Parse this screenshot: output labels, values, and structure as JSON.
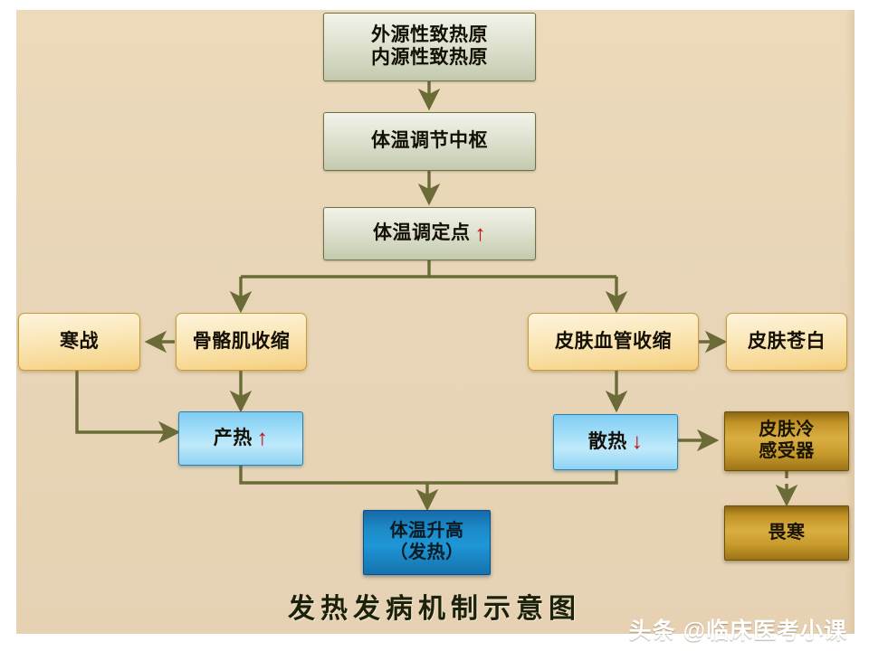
{
  "figure": {
    "title": "发热发病机制示意图",
    "watermark": "头条 @临床医考小课",
    "background_color": "#e8d5b7"
  },
  "nodes": {
    "pyrogens": {
      "line1": "外源性致热原",
      "line2": "内源性致热原",
      "style": "sage"
    },
    "thermoregulatory_center": {
      "label": "体温调节中枢",
      "style": "sage"
    },
    "set_point": {
      "label": "体温调定点",
      "arrow": "↑",
      "arrow_color": "#d60a12",
      "style": "sage"
    },
    "skeletal_muscle_contraction": {
      "label": "骨骼肌收缩",
      "style": "amber"
    },
    "shivering": {
      "label": "寒战",
      "style": "amber"
    },
    "skin_vasoconstriction": {
      "label": "皮肤血管收缩",
      "style": "amber"
    },
    "skin_pallor": {
      "label": "皮肤苍白",
      "style": "amber"
    },
    "heat_production": {
      "label": "产热",
      "arrow": "↑",
      "arrow_color": "#d60a12",
      "style": "skyblue"
    },
    "heat_dissipation": {
      "label": "散热",
      "arrow": "↓",
      "arrow_color": "#d60a12",
      "style": "skyblue"
    },
    "body_temp_rise": {
      "line1": "体温升高",
      "line2": "（发热）",
      "style": "deepblue"
    },
    "skin_cold_receptors": {
      "line1": "皮肤冷",
      "line2": "感受器",
      "style": "gold"
    },
    "chills": {
      "label": "畏寒",
      "style": "gold"
    }
  },
  "edges": [
    {
      "from": "pyrogens",
      "to": "thermoregulatory_center",
      "kind": "solid"
    },
    {
      "from": "thermoregulatory_center",
      "to": "set_point",
      "kind": "solid"
    },
    {
      "from": "set_point",
      "to": "skeletal_muscle_contraction",
      "kind": "solid"
    },
    {
      "from": "set_point",
      "to": "skin_vasoconstriction",
      "kind": "solid"
    },
    {
      "from": "skeletal_muscle_contraction",
      "to": "shivering",
      "kind": "solid"
    },
    {
      "from": "skeletal_muscle_contraction",
      "to": "heat_production",
      "kind": "solid"
    },
    {
      "from": "shivering",
      "to": "heat_production",
      "kind": "solid"
    },
    {
      "from": "skin_vasoconstriction",
      "to": "skin_pallor",
      "kind": "solid"
    },
    {
      "from": "skin_vasoconstriction",
      "to": "heat_dissipation",
      "kind": "solid"
    },
    {
      "from": "heat_dissipation",
      "to": "skin_cold_receptors",
      "kind": "solid"
    },
    {
      "from": "skin_cold_receptors",
      "to": "chills",
      "kind": "dashed"
    },
    {
      "from": "heat_production",
      "to": "body_temp_rise",
      "kind": "solid"
    },
    {
      "from": "heat_dissipation",
      "to": "body_temp_rise",
      "kind": "solid"
    }
  ],
  "colors": {
    "connector": "#6a6b36",
    "sage_box": "#dde0cd",
    "amber_box": "#fae4b2",
    "skyblue_box": "#a7dff8",
    "deepblue_box": "#1d8ac8",
    "gold_box": "#c89a2c",
    "red_arrow": "#d60a12"
  }
}
